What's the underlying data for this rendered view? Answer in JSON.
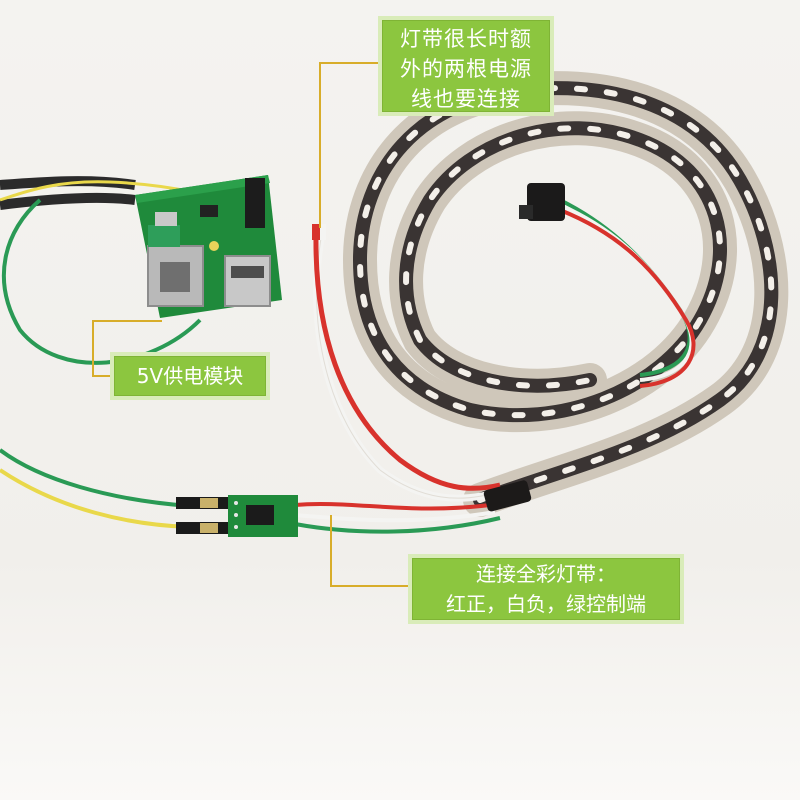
{
  "callouts": {
    "long_strip_note": {
      "lines": [
        "灯带很长时额",
        "外的两根电源",
        "线也要连接"
      ]
    },
    "power_module": {
      "lines": [
        "5V供电模块"
      ]
    },
    "strip_connection": {
      "lines": [
        "连接全彩灯带：",
        "红正，白负，绿控制端"
      ]
    }
  },
  "colors": {
    "callout_fill": "#8cc63f",
    "callout_border": "#d9ecb9",
    "leader_line": "#d8ad2a",
    "pcb_green": "#1f8a3b",
    "wire_red": "#d8322c",
    "wire_white": "#f4f4f2",
    "wire_green": "#2a9a55",
    "wire_yellow": "#e9d84a",
    "strip_backing": "#d6cfc4"
  }
}
